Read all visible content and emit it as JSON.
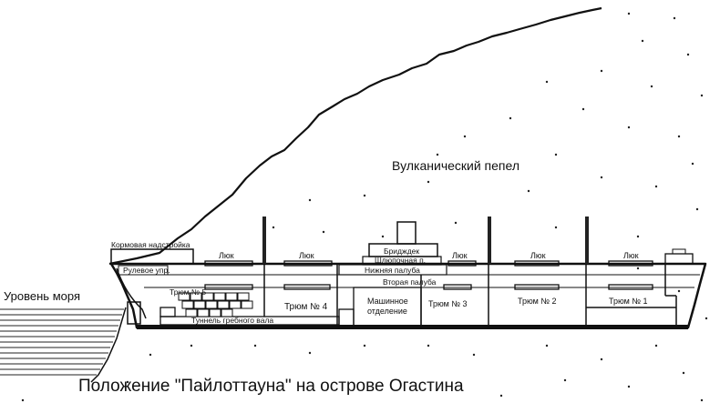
{
  "labels": {
    "volcanic_ash": "Вулканический пепел",
    "sea_level": "Уровень моря",
    "stern_superstructure": "Кормовая надстройка",
    "steering_gear": "Рулевое упр.",
    "hatch_aft_1": "Люк",
    "hatch_aft_2": "Люк",
    "hatch_fwd_1": "Люк",
    "hatch_fwd_2": "Люк",
    "hatch_fwd_3": "Люк",
    "bridge_deck": "Бридждек",
    "boat_deck": "Шлюпочная п.",
    "lower_deck": "Нижняя палуба",
    "second_deck": "Вторая палуба",
    "hold_5": "Трюм № 5",
    "hold_4": "Трюм № 4",
    "engine_room_line1": "Машинное",
    "engine_room_line2": "отделение",
    "hold_3": "Трюм № 3",
    "hold_2": "Трюм № 2",
    "hold_1": "Трюм № 1",
    "shaft_tunnel": "Туннель гребного вала"
  },
  "caption": "Положение \"Пайлоттауна\" на острове Огастина"
}
